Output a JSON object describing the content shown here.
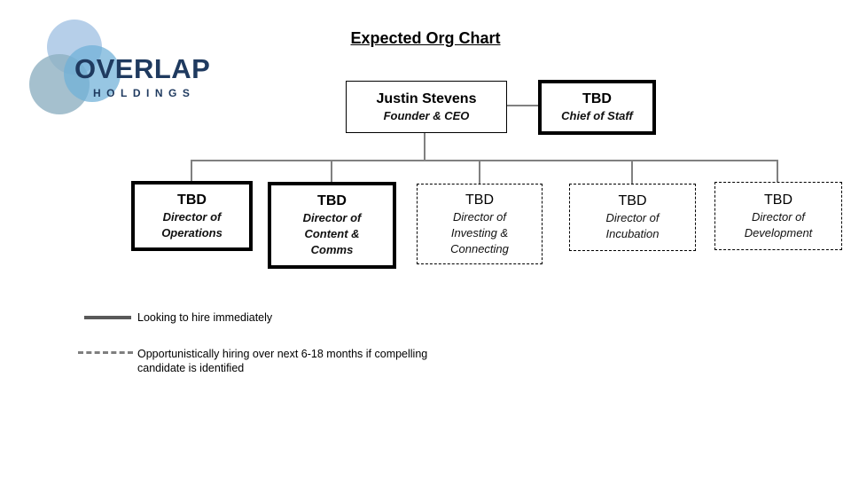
{
  "page": {
    "title": "Expected Org Chart"
  },
  "logo": {
    "brand": "OVERLAP",
    "sub_brand": "HOLDINGS",
    "brand_color": "#1f3a5f",
    "circle_colors": [
      "#a9c7e5",
      "#6fb0d8",
      "#8fb0c2"
    ]
  },
  "org_chart": {
    "root": {
      "name": "Justin Stevens",
      "role": "Founder & CEO",
      "hiring": "filled"
    },
    "staff": {
      "name": "TBD",
      "role": "Chief of Staff",
      "hiring": "immediate"
    },
    "reports": [
      {
        "name": "TBD",
        "role": "Director of Operations",
        "hiring": "immediate"
      },
      {
        "name": "TBD",
        "role": "Director of Content & Comms",
        "hiring": "immediate"
      },
      {
        "name": "TBD",
        "role": "Director of Investing & Connecting",
        "hiring": "opportunistic"
      },
      {
        "name": "TBD",
        "role": "Director of Incubation",
        "hiring": "opportunistic"
      },
      {
        "name": "TBD",
        "role": "Director of Development",
        "hiring": "opportunistic"
      }
    ]
  },
  "legend": [
    {
      "line_style": "solid",
      "label": "Looking to hire immediately"
    },
    {
      "line_style": "dashed",
      "label": "Opportunistically hiring over next 6-18 months if compelling candidate is identified"
    }
  ],
  "colors": {
    "connector": "#808080",
    "legend_solid_line": "#595959",
    "legend_dashed_line": "#7f7f7f",
    "box_border": "#000000",
    "background": "#ffffff"
  }
}
